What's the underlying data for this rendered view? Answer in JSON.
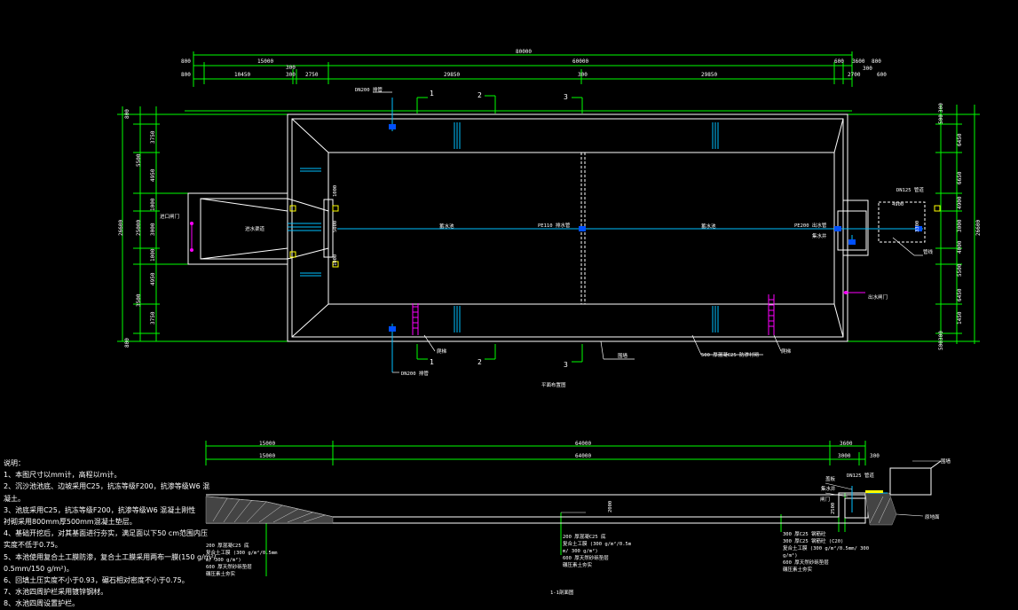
{
  "colors": {
    "background": "#000000",
    "dimension": "#00ff00",
    "outline": "#ffffff",
    "pipe": "#00bfff",
    "ladder": "#ff00ff",
    "callout": "#ffff00"
  },
  "plan": {
    "dim_top": {
      "total": "80000",
      "row2": [
        "800",
        "15000",
        "300",
        "60000",
        "600",
        "3600",
        "800"
      ],
      "row3": [
        "800",
        "10450",
        "300",
        "2750",
        "29850",
        "300",
        "29850",
        "2700",
        "300",
        "600"
      ]
    },
    "dim_left": [
      "800",
      "3750",
      "5500",
      "4950",
      "25000",
      "26600",
      "1000",
      "3000",
      "1000",
      "4950",
      "3500",
      "3750",
      "800"
    ],
    "dim_right": [
      "500",
      "300",
      "6450",
      "6650",
      "4900",
      "3000",
      "4000",
      "5500",
      "6450",
      "1450",
      "300",
      "500",
      "26600"
    ],
    "section_marks": [
      "1",
      "2",
      "3"
    ],
    "labels": {
      "dn200_top": "DN200 排管",
      "dn200_bottom": "DN200 排管",
      "inlet_gate": "进口闸门",
      "inlet_channel": "进水渠道",
      "pe_mid": "PE110 排水管",
      "pe_right": "PE200 出水管",
      "dn125": "DN125 管道",
      "outlet_gate": "出水闸门",
      "pipe_note": "管线",
      "ladder_left": "爬梯",
      "ladder_right": "爬梯",
      "sump": "集水井",
      "lining": "500 厚混凝C25 防渗衬砌",
      "wall": "围墙",
      "grid": "4900",
      "dim_3300": "3300",
      "pool_label_l": "蓄水池",
      "pool_label_r": "蓄水池",
      "rect1": "1000",
      "rect2": "5000",
      "rect3": "1000",
      "plan_title": "平面布置图"
    }
  },
  "section": {
    "dim_row1": [
      "15000",
      "64000",
      "3600"
    ],
    "dim_row2": [
      "15000",
      "64000",
      "3000",
      "300"
    ],
    "labels": {
      "l1": "200 厚混凝C25 底",
      "l2": "复合土工膜 (300 g/m²/0.5mm",
      "l3": "m/ 300 g/m²)",
      "l4": "600 厚天然砂砾垫层",
      "l5": "碾压素土夯实",
      "m1": "200 厚混凝C25 底",
      "m2": "复合土工膜 (300 g/m²/0.5m",
      "m3": "m/ 300 g/m²)",
      "m4": "600 厚天然砂砾垫层",
      "m5": "碾压素土夯实",
      "r1": "300 厚C25 钢筋砼",
      "r2": "300 厚C25 钢筋砼 (C20)",
      "r3": "复合土工膜 (300 g/m²/0.5mm/ 300",
      "r4": "g/m²)",
      "r5": "600 厚天然砂砾垫层",
      "r6": "碾压素土夯实",
      "dn125": "DN125 管道",
      "cap": "盖板",
      "sump": "集水井",
      "gate": "闸门",
      "wall": "围墙",
      "ground": "原地面",
      "dim2500": "2500",
      "dim2000": "2000",
      "section_title": "1-1剖面图"
    }
  },
  "notes": {
    "title": "说明：",
    "items": [
      "1、本图尺寸以mm计，高程以m计。",
      "2、沉沙池池底、边坡采用C25，抗冻等级F200，抗渗等级W6 混",
      "凝土。",
      "3、池底采用C25，抗冻等级F200，抗渗等级W6 混凝土刚性",
      "衬砌采用800mm厚500mm混凝土垫层。",
      "4、基础开挖后，对其基面进行夯实，满足面以下50 cm范围内压",
      "实度不低于0.75。",
      "5、本池使用复合土工膜防渗，复合土工膜采用两布一膜(150 g/m²/",
      "0.5mm/150 g/m²)。",
      "6、回填土压实度不小于0.93，碾石相对密度不小于0.75。",
      "7、水池四周护栏采用镀锌钢材。",
      "8、水池四周设置护栏。"
    ]
  }
}
